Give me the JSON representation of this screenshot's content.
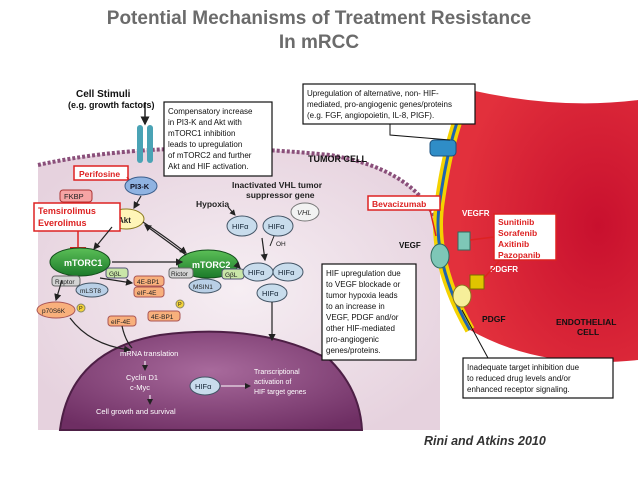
{
  "title": {
    "line1": "Potential Mechanisms of Treatment Resistance",
    "line2": "In mRCC"
  },
  "citation": "Rini and Atkins 2010",
  "cell_stimuli": {
    "line1": "Cell Stimuli",
    "line2": "(e.g. growth factors)"
  },
  "callouts": {
    "compensatory": [
      "Compensatory increase",
      "in PI3-K and Akt with",
      "mTORC1 inhibition",
      "leads to upregulation",
      "of mTORC2 and further",
      "Akt and HIF activation."
    ],
    "upregulation": [
      "Upregulation of alternative, non- HIF-",
      "mediated, pro-angiogenic genes/proteins",
      "(e.g. FGF, angiopoietin, IL-8, PIGF)."
    ],
    "hif_up": [
      "HIF upregulation due",
      "to VEGF blockade or",
      "tumor hypoxia leads",
      "to an increase in",
      "VEGF, PDGF and/or",
      "other HIF-mediated",
      "pro-angiogenic",
      "genes/proteins."
    ],
    "inadequate": [
      "Inadequate target inhibition due",
      "to reduced drug levels and/or",
      "enhanced receptor signaling."
    ]
  },
  "drugs": {
    "perifosine": "Perifosine",
    "temsirolimus": "Temsirolimus",
    "everolimus": "Everolimus",
    "bevacizumab": "Bevacizumab",
    "sunitinib": "Sunitinib",
    "sorafenib": "Sorafenib",
    "axitinib": "Axitinib",
    "pazopanib": "Pazopanib"
  },
  "labels": {
    "tumor_cell": "TUMOR CELL",
    "inactivated_vhl_1": "Inactivated VHL tumor",
    "inactivated_vhl_2": "suppressor gene",
    "hypoxia": "Hypoxia",
    "vhl": "VHL",
    "oh": "OH",
    "pi3k": "PI3-K",
    "akt": "Akt",
    "fkbp": "FKBP",
    "mtorc1": "mTORC1",
    "mtorc2": "mTORC2",
    "raptor": "Raptor",
    "gbl": "GβL",
    "mlst8": "mLST8",
    "rictor": "Rictor",
    "msin1": "MSIN1",
    "ebp1_a": "4E-BP1",
    "eif4e_a": "eIF-4E",
    "ebp1_b": "4E-BP1",
    "eif4e_b": "eIF-4E",
    "p70s6k": "p70S6K",
    "p": "P",
    "hif": "HIFα",
    "mrna": "mRNA translation",
    "cyclin1": "Cyclin D1",
    "cyclin2": "c-Myc",
    "transcript1": "Transcriptional",
    "transcript2": "activation of",
    "transcript3": "HIF target genes",
    "growth": "Cell growth and survival",
    "vegf": "VEGF",
    "vegfr": "VEGFR",
    "pdgf": "PDGF",
    "pdgfr": "PDGFR",
    "endothelial1": "ENDOTHELIAL",
    "endothelial2": "CELL"
  }
}
